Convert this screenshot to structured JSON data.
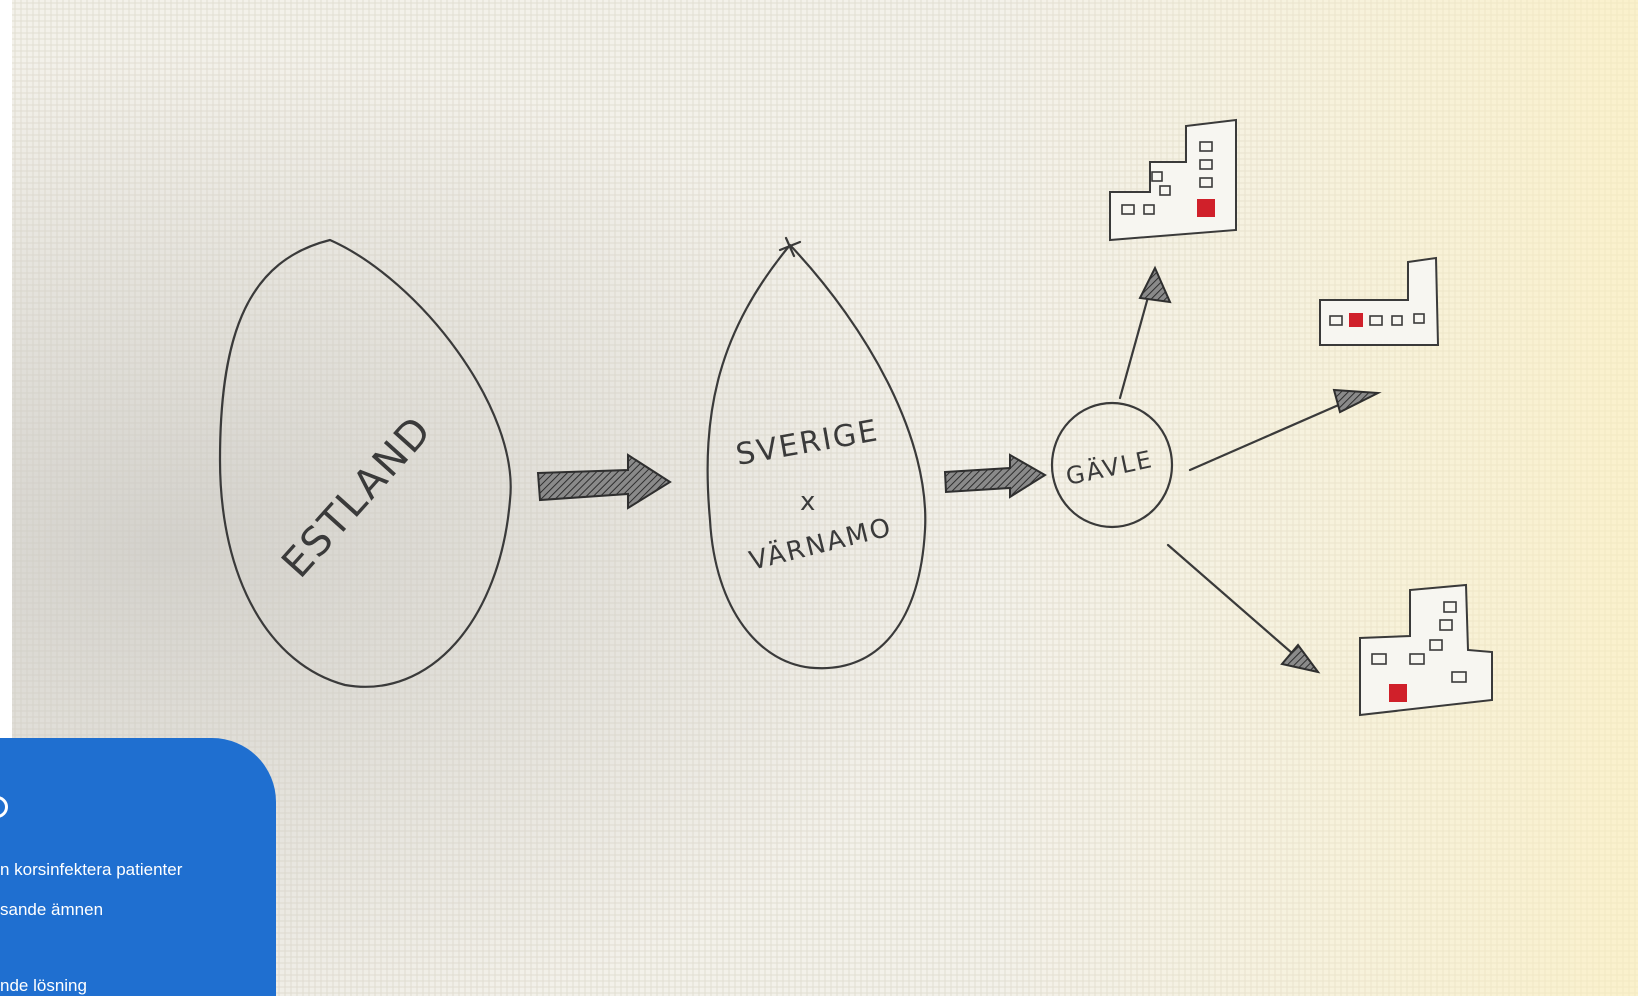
{
  "diagram": {
    "nodes": [
      {
        "id": "estland",
        "label": "ESTLAND"
      },
      {
        "id": "sverige",
        "label": "SVERIGE",
        "mark": "x",
        "sublabel": "VÄRNAMO"
      },
      {
        "id": "gavle",
        "label": "GÄVLE"
      }
    ],
    "targets": [
      {
        "id": "hospital-1",
        "icon": "hospital-building-icon"
      },
      {
        "id": "hospital-2",
        "icon": "hospital-building-icon"
      },
      {
        "id": "hospital-3",
        "icon": "hospital-building-icon"
      }
    ],
    "colors": {
      "ink": "#3a3a3a",
      "paper": "#f4f1e8",
      "cross": "#d0202a"
    }
  },
  "card": {
    "lines": [
      "n korsinfektera patienter",
      "sande ämnen",
      "nde lösning"
    ],
    "color": "#1f6fd0"
  }
}
